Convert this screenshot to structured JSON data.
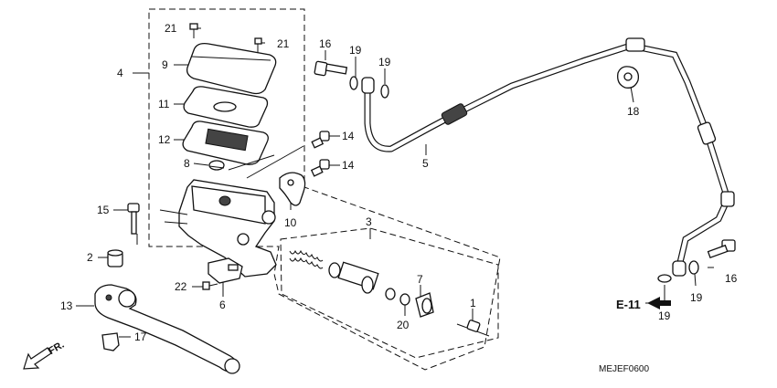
{
  "callouts": {
    "c1": "1",
    "c2": "2",
    "c3": "3",
    "c4": "4",
    "c5": "5",
    "c6": "6",
    "c7": "7",
    "c8": "8",
    "c9": "9",
    "c10": "10",
    "c11": "11",
    "c12": "12",
    "c13": "13",
    "c14a": "14",
    "c14b": "14",
    "c15": "15",
    "c16a": "16",
    "c16b": "16",
    "c17": "17",
    "c18": "18",
    "c19a": "19",
    "c19b": "19",
    "c19c": "19",
    "c19d": "19",
    "c20": "20",
    "c21a": "21",
    "c21b": "21",
    "c22": "22"
  },
  "ref_section": "E-11",
  "front_label": "FR.",
  "diagram_code": "MEJEF0600"
}
